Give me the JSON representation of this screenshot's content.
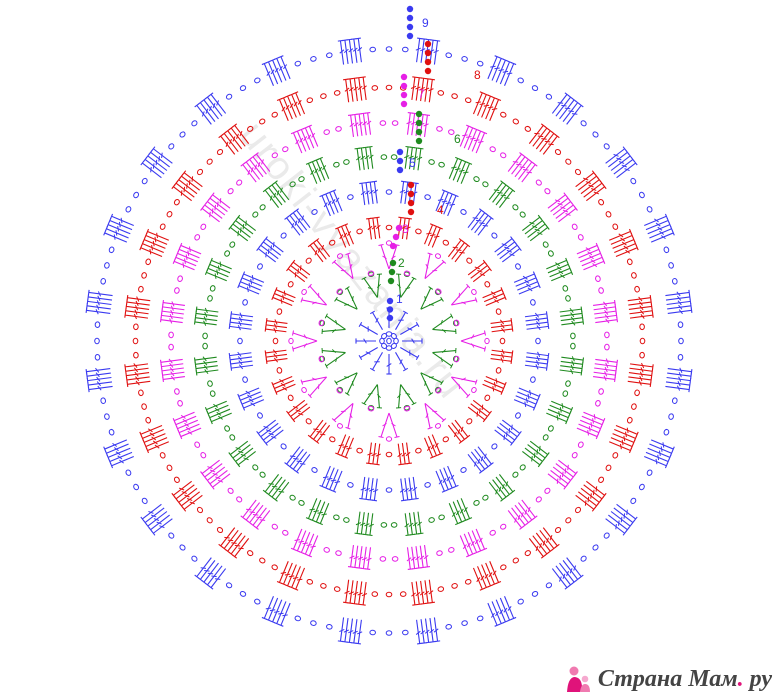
{
  "diagram": {
    "colors": {
      "blue": "#3a3af0",
      "green": "#1f8a1f",
      "magenta": "#e61fe6",
      "red": "#e01010",
      "chain": "#3a3af0"
    },
    "rounds": [
      {
        "number": "1",
        "color": "blue"
      },
      {
        "number": "2",
        "color": "green"
      },
      {
        "number": "3",
        "color": "magenta"
      },
      {
        "number": "4",
        "color": "red"
      },
      {
        "number": "5",
        "color": "blue"
      },
      {
        "number": "6",
        "color": "green"
      },
      {
        "number": "7",
        "color": "magenta"
      },
      {
        "number": "8",
        "color": "red"
      },
      {
        "number": "9",
        "color": "blue"
      }
    ]
  },
  "watermark": "uroki-vyazania.ru",
  "brand": {
    "name": "Страна Мам",
    "dot": ".",
    "suffix": " ру",
    "logo_icon": "mother-child-logo-icon"
  }
}
